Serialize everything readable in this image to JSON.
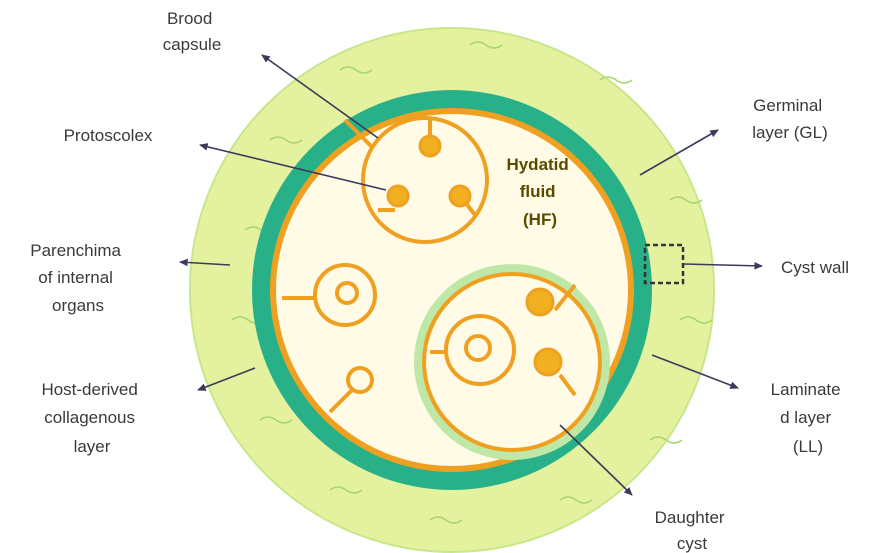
{
  "labels": {
    "brood_capsule": [
      "Brood",
      "capsule"
    ],
    "protoscolex": [
      "Protoscolex"
    ],
    "parenchyma": [
      "Parenchima",
      "of internal",
      "organs"
    ],
    "host_layer": [
      "Host-derived",
      "collagenous",
      "layer"
    ],
    "germinal": [
      "Germinal",
      "layer (GL)"
    ],
    "cyst_wall": [
      "Cyst wall"
    ],
    "laminated": [
      "Laminate",
      "d layer",
      "(LL)"
    ],
    "daughter": [
      "Daughter",
      "cyst"
    ],
    "hydatid_fluid": [
      "Hydatid",
      "fluid",
      "(HF)"
    ]
  },
  "colors": {
    "host_layer": "#e4f2a0",
    "laminated_layer": "#28b089",
    "germinal_layer": "#f0a020",
    "fluid": "#fffbe6",
    "protoscolex_fill": "#f0b020",
    "daughter_ring": "#bfe8a8",
    "leader": "#3a3a5a"
  }
}
